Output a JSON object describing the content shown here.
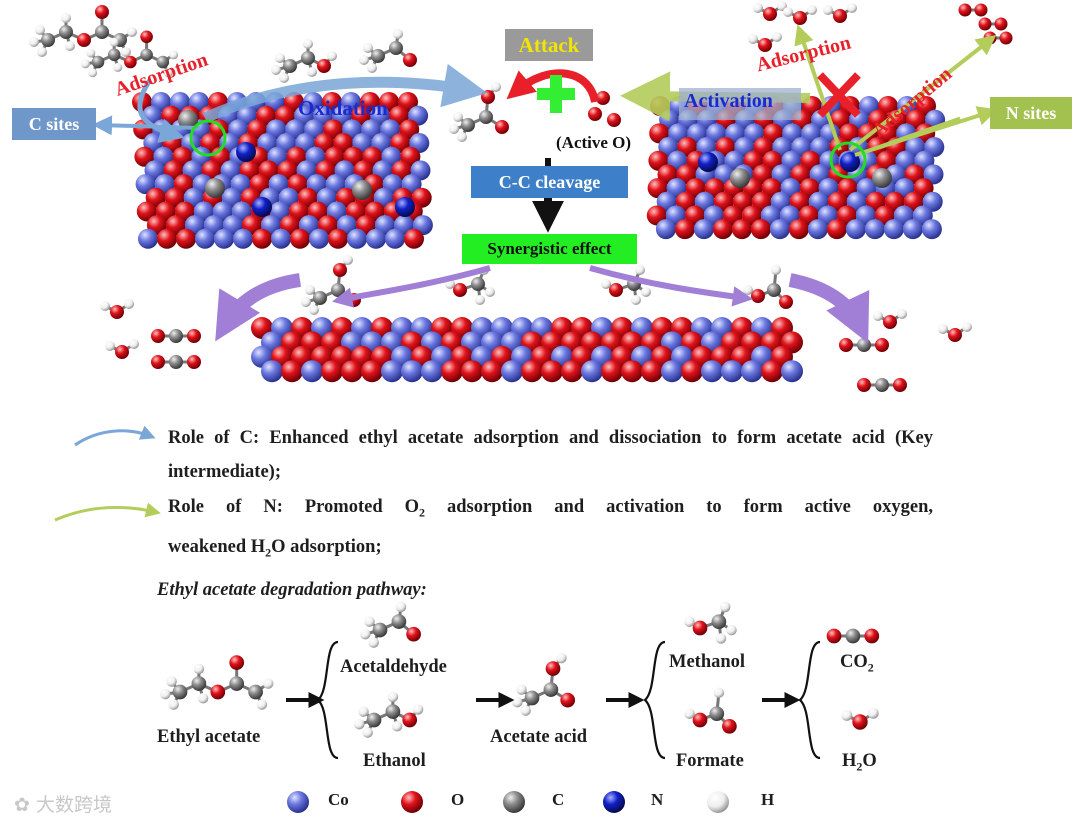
{
  "labels": {
    "c_sites": "C sites",
    "n_sites": "N sites",
    "attack": "Attack",
    "adsorption": "Adsorption",
    "oxidation": "Oxidation",
    "activation": "Activation",
    "active_o": "(Active O)",
    "cc_cleavage": "C-C cleavage",
    "synergistic": "Synergistic effect"
  },
  "roles": {
    "c_text": "Role of C: Enhanced ethyl acetate adsorption and dissociation to form acetate acid (Key intermediate);",
    "n_line1_a": "Role of N: Promoted O",
    "n_line1_sub": "2",
    "n_line1_b": " adsorption and activation to form active oxygen,",
    "n_line2_a": "weakened H",
    "n_line2_sub": "2",
    "n_line2_b": "O adsorption;"
  },
  "pathway": {
    "title": "Ethyl acetate degradation pathway:",
    "ethyl_acetate": "Ethyl acetate",
    "acetaldehyde": "Acetaldehyde",
    "ethanol": "Ethanol",
    "acetate_acid": "Acetate acid",
    "methanol": "Methanol",
    "formate": "Formate",
    "co2_a": "CO",
    "co2_sub": "2",
    "h2o_a": "H",
    "h2o_sub": "2",
    "h2o_b": "O"
  },
  "legend": [
    {
      "label": "Co",
      "color": "#6b78e0"
    },
    {
      "label": "O",
      "color": "#e0121a"
    },
    {
      "label": "C",
      "color": "#8c8c8c"
    },
    {
      "label": "N",
      "color": "#1020c8"
    },
    {
      "label": "H",
      "color": "#f2f2f2"
    }
  ],
  "watermark": "大数跨境",
  "colors": {
    "co": "#6b78e0",
    "o": "#e0121a",
    "c": "#8c8c8c",
    "n": "#1020c8",
    "h": "#f2f2f2",
    "c_sites_box": "#6f97c9",
    "n_sites_box": "#a3c14f",
    "cc_box": "#3d7fc8",
    "syn_box": "#22ee22",
    "attack_box": "#9a9a9a",
    "red_label": "#e8202a",
    "blue_label": "#1a2ad0",
    "yellow": "#f2e500",
    "blue_arrow": "#7aa6d8",
    "green_arrow": "#b3cc5a",
    "purple_arrow": "#a27fd6"
  }
}
